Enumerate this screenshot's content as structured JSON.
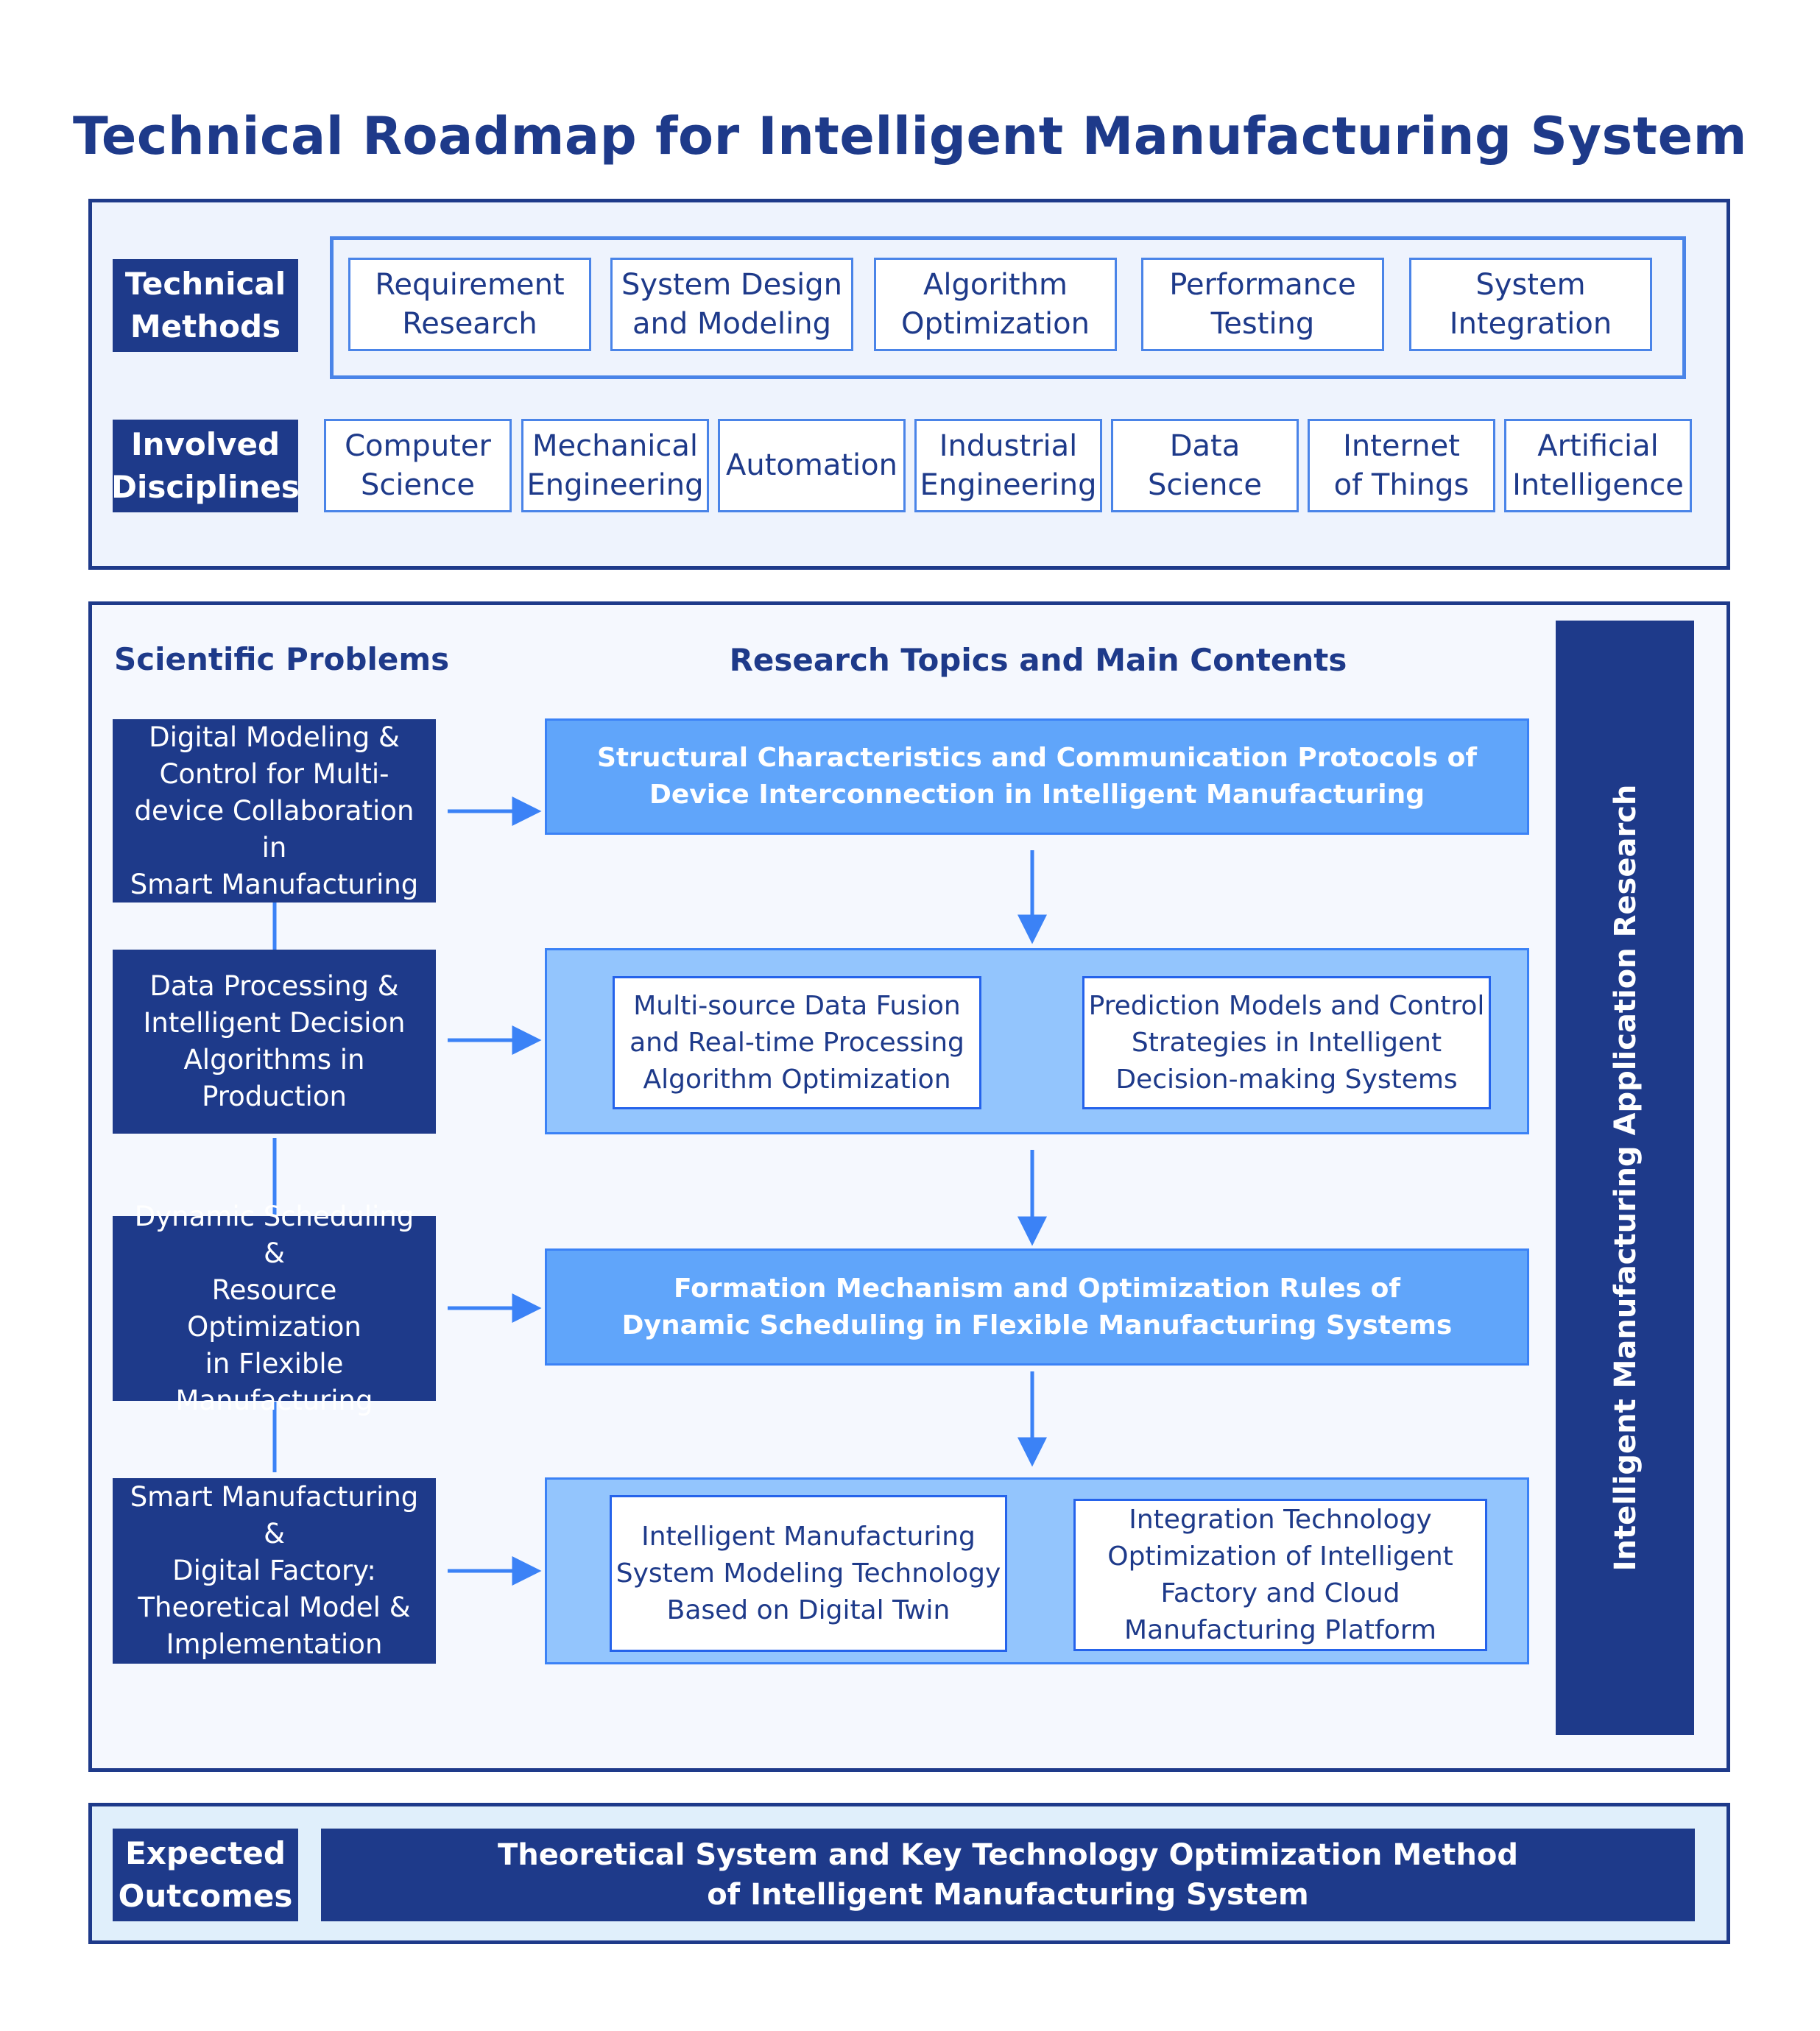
{
  "title": "Technical Roadmap for Intelligent Manufacturing System",
  "technical_methods": {
    "label": "Technical\nMethods",
    "items": [
      "Requirement\nResearch",
      "System Design\nand Modeling",
      "Algorithm\nOptimization",
      "Performance\nTesting",
      "System\nIntegration"
    ]
  },
  "involved_disciplines": {
    "label": "Involved\nDisciplines",
    "items": [
      "Computer\nScience",
      "Mechanical\nEngineering",
      "Automation",
      "Industrial\nEngineering",
      "Data Science",
      "Internet\nof Things",
      "Artificial\nIntelligence"
    ]
  },
  "scientific_problems": {
    "heading": "Scientific Problems",
    "items": [
      "Digital Modeling &\nControl for Multi-\ndevice Collaboration in\nSmart Manufacturing",
      "Data Processing &\nIntelligent Decision\nAlgorithms in\nProduction",
      "Dynamic Scheduling &\nResource Optimization\nin Flexible\nManufacturing",
      "Smart Manufacturing &\nDigital Factory:\nTheoretical Model &\nImplementation"
    ]
  },
  "research_topics": {
    "heading": "Research Topics and Main Contents",
    "topic1": "Structural Characteristics and Communication Protocols of\nDevice Interconnection in Intelligent Manufacturing",
    "topic2_left": "Multi-source Data Fusion\nand Real-time Processing\nAlgorithm Optimization",
    "topic2_right": "Prediction Models and Control\nStrategies in Intelligent\nDecision-making Systems",
    "topic3": "Formation Mechanism and Optimization Rules of\nDynamic Scheduling in Flexible Manufacturing Systems",
    "topic4_left": "Intelligent Manufacturing\nSystem Modeling Technology\nBased on Digital Twin",
    "topic4_right": "Integration Technology\nOptimization of Intelligent\nFactory and Cloud\nManufacturing Platform"
  },
  "application_research": "Intelligent Manufacturing Application Research",
  "expected_outcomes": {
    "label": "Expected\nOutcomes",
    "text": "Theoretical System and Key Technology Optimization Method\nof Intelligent Manufacturing System"
  },
  "colors": {
    "navy": "#1e3a8a",
    "accent_blue": "#4a84e8",
    "topic_blue": "#60a5fa",
    "group_blue": "#93c5fd",
    "arrow_blue": "#3b82f6"
  }
}
